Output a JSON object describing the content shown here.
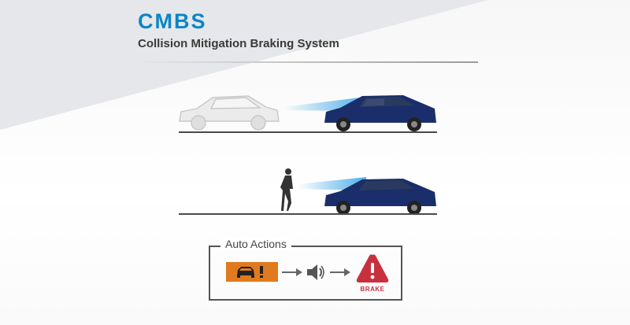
{
  "header": {
    "title": "CMBS",
    "subtitle": "Collision Mitigation Braking System"
  },
  "scenes": [
    {
      "obstacle": "vehicle-ahead",
      "subject": "car"
    },
    {
      "obstacle": "pedestrian",
      "subject": "car"
    }
  ],
  "auto_actions": {
    "label": "Auto Actions",
    "steps": [
      {
        "icon": "car-warning-icon",
        "color": "#e07a1e"
      },
      {
        "icon": "speaker-icon",
        "color": "#555555"
      },
      {
        "icon": "brake-warning-icon",
        "color": "#c8303e",
        "label": "BRAKE"
      }
    ]
  },
  "colors": {
    "accent": "#0a86c6",
    "car_body": "#1a2e6b",
    "sensor_beam": "#3aa6e6"
  }
}
